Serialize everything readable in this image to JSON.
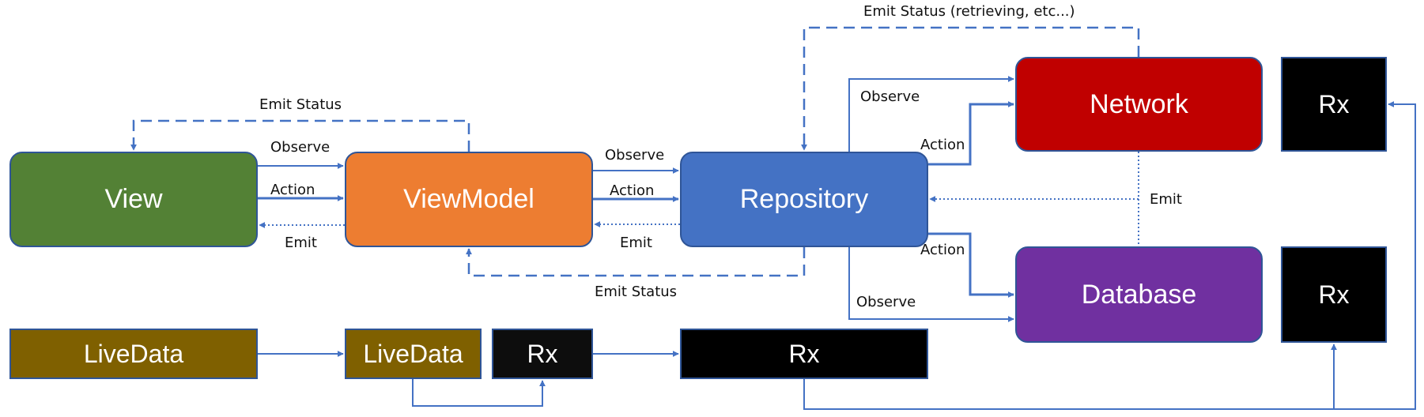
{
  "colors": {
    "arrow": "#4472c4",
    "view": "#538135",
    "viewmodel": "#ed7d31",
    "repository": "#4472c4",
    "network": "#c00000",
    "database": "#7030a0",
    "livedata": "#7f6000",
    "rx": "#000000"
  },
  "nodes": {
    "view": "View",
    "viewmodel": "ViewModel",
    "repository": "Repository",
    "network": "Network",
    "database": "Database",
    "rx_network": "Rx",
    "rx_database": "Rx",
    "livedata_view": "LiveData",
    "livedata_viewmodel": "LiveData",
    "rx_viewmodel": "Rx",
    "rx_repository": "Rx"
  },
  "labels": {
    "emit_status_top": "Emit Status (retrieving, etc...)",
    "emit_status_view": "Emit Status",
    "observe_view_vm": "Observe",
    "action_view_vm": "Action",
    "emit_vm_view": "Emit",
    "observe_vm_repo": "Observe",
    "action_vm_repo": "Action",
    "emit_repo_vm": "Emit",
    "emit_status_repo_vm": "Emit Status",
    "observe_repo_network": "Observe",
    "action_repo_network": "Action",
    "emit_to_repo": "Emit",
    "action_repo_database": "Action",
    "observe_repo_database": "Observe"
  }
}
